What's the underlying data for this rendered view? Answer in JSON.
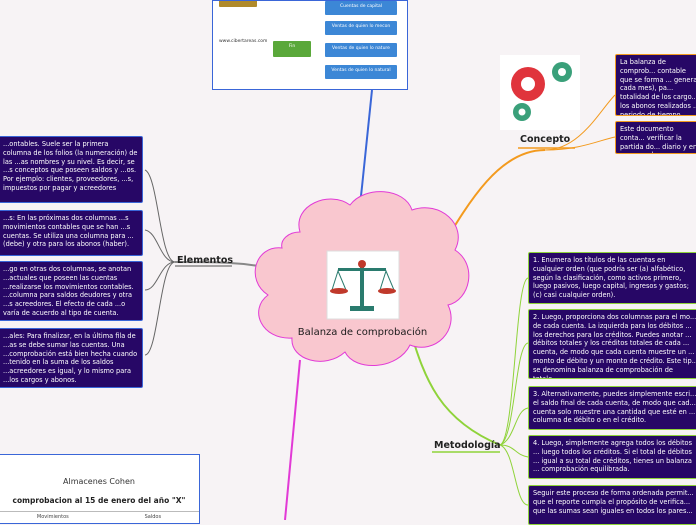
{
  "center": {
    "title": "Balanza de comprobación"
  },
  "branches": {
    "elementos": "Elementos",
    "concepto": "Concepto",
    "metodologia": "Metodología"
  },
  "elementos_items": [
    "...ontables. Suele ser la primera columna de los folios (la numeración) de las ...as nombres y su nivel. Es decir, se ...s conceptos que poseen saldos y ...os. Por ejemplo: clientes, proveedores, ...s, impuestos por pagar y acreedores",
    "...s: En las próximas dos columnas ...s movimientos contables que se han ...s cuentas. Se utiliza una columna para ...(debe) y otra para los abonos (haber).",
    "...go en otras dos columnas, se anotan ...actuales que poseen las cuentas ...realizarse los movimientos contables. ...columna para saldos deudores y otra ...s acreedores. El efecto de cada ...o varía de acuerdo al tipo de cuenta.",
    "...ales: Para finalizar, en la última fila de ...as se debe sumar las cuentas. Una ...comprobación está bien hecha cuando ...tenido en la suma de los saldos ...acreedores es igual, y lo mismo para ...los cargos y abonos."
  ],
  "concepto_items": [
    "La balanza de comprob... contable que se forma ... general cada mes), pa... totalidad de los cargo... los abonos realizados ... periodo de tiempo",
    "Este documento conta... verificar la partida do... diario y en su paso al ..."
  ],
  "metodologia_items": [
    "1. Enumera los títulos de las cuentas en cualquier orden (que podría ser (a) alfabético, según la clasificación, como activos primero, luego pasivos, luego capital, ingresos y gastos; (c) casi cualquier orden).",
    "2. Luego, proporciona dos columnas para el mo... de cada cuenta. La izquierda para los débitos ... los derechos para los créditos. Puedes anotar ... débitos totales y los créditos totales de cada ... cuenta, de modo que cada cuenta muestre un ... monto de débito y un monto de crédito. Este tip... se denomina balanza de comprobación de totale...",
    "3. Alternativamente, puedes simplemente escri... el saldo final de cada cuenta, de modo que cad... cuenta solo muestre una cantidad que esté en ... columna de débito o en el crédito.",
    "4. Luego, simplemente agrega todos los débitos ... luego todos los créditos. Si el total de débitos ... igual a su total de créditos, tienes un balanza ... comprobación equilibrada.",
    "Seguir este proceso de forma ordenada permit... que el reporte cumpla el propósito de verifica... que las sumas sean iguales en todos los pares..."
  ],
  "inset": {
    "cells": [
      "Cuentas de capital",
      "Ventas de quien lo mecon",
      "Ventas de quien lo nature",
      "Ventas de quien lo natural"
    ],
    "fin_label": "Fin",
    "logo_text": "www.cibertareas.com"
  },
  "card": {
    "title": "Almacenes Cohen",
    "subtitle": "comprobacion al 15 de enero del año \"X\"",
    "col1": "Movimientos",
    "col2": "Saldos"
  },
  "colors": {
    "box_fill": "#270766",
    "cloud_fill": "#f9c7cf",
    "blue": "#3a66d8",
    "orange": "#f39a1e",
    "green": "#8fd33a",
    "magenta": "#e23ad6"
  }
}
